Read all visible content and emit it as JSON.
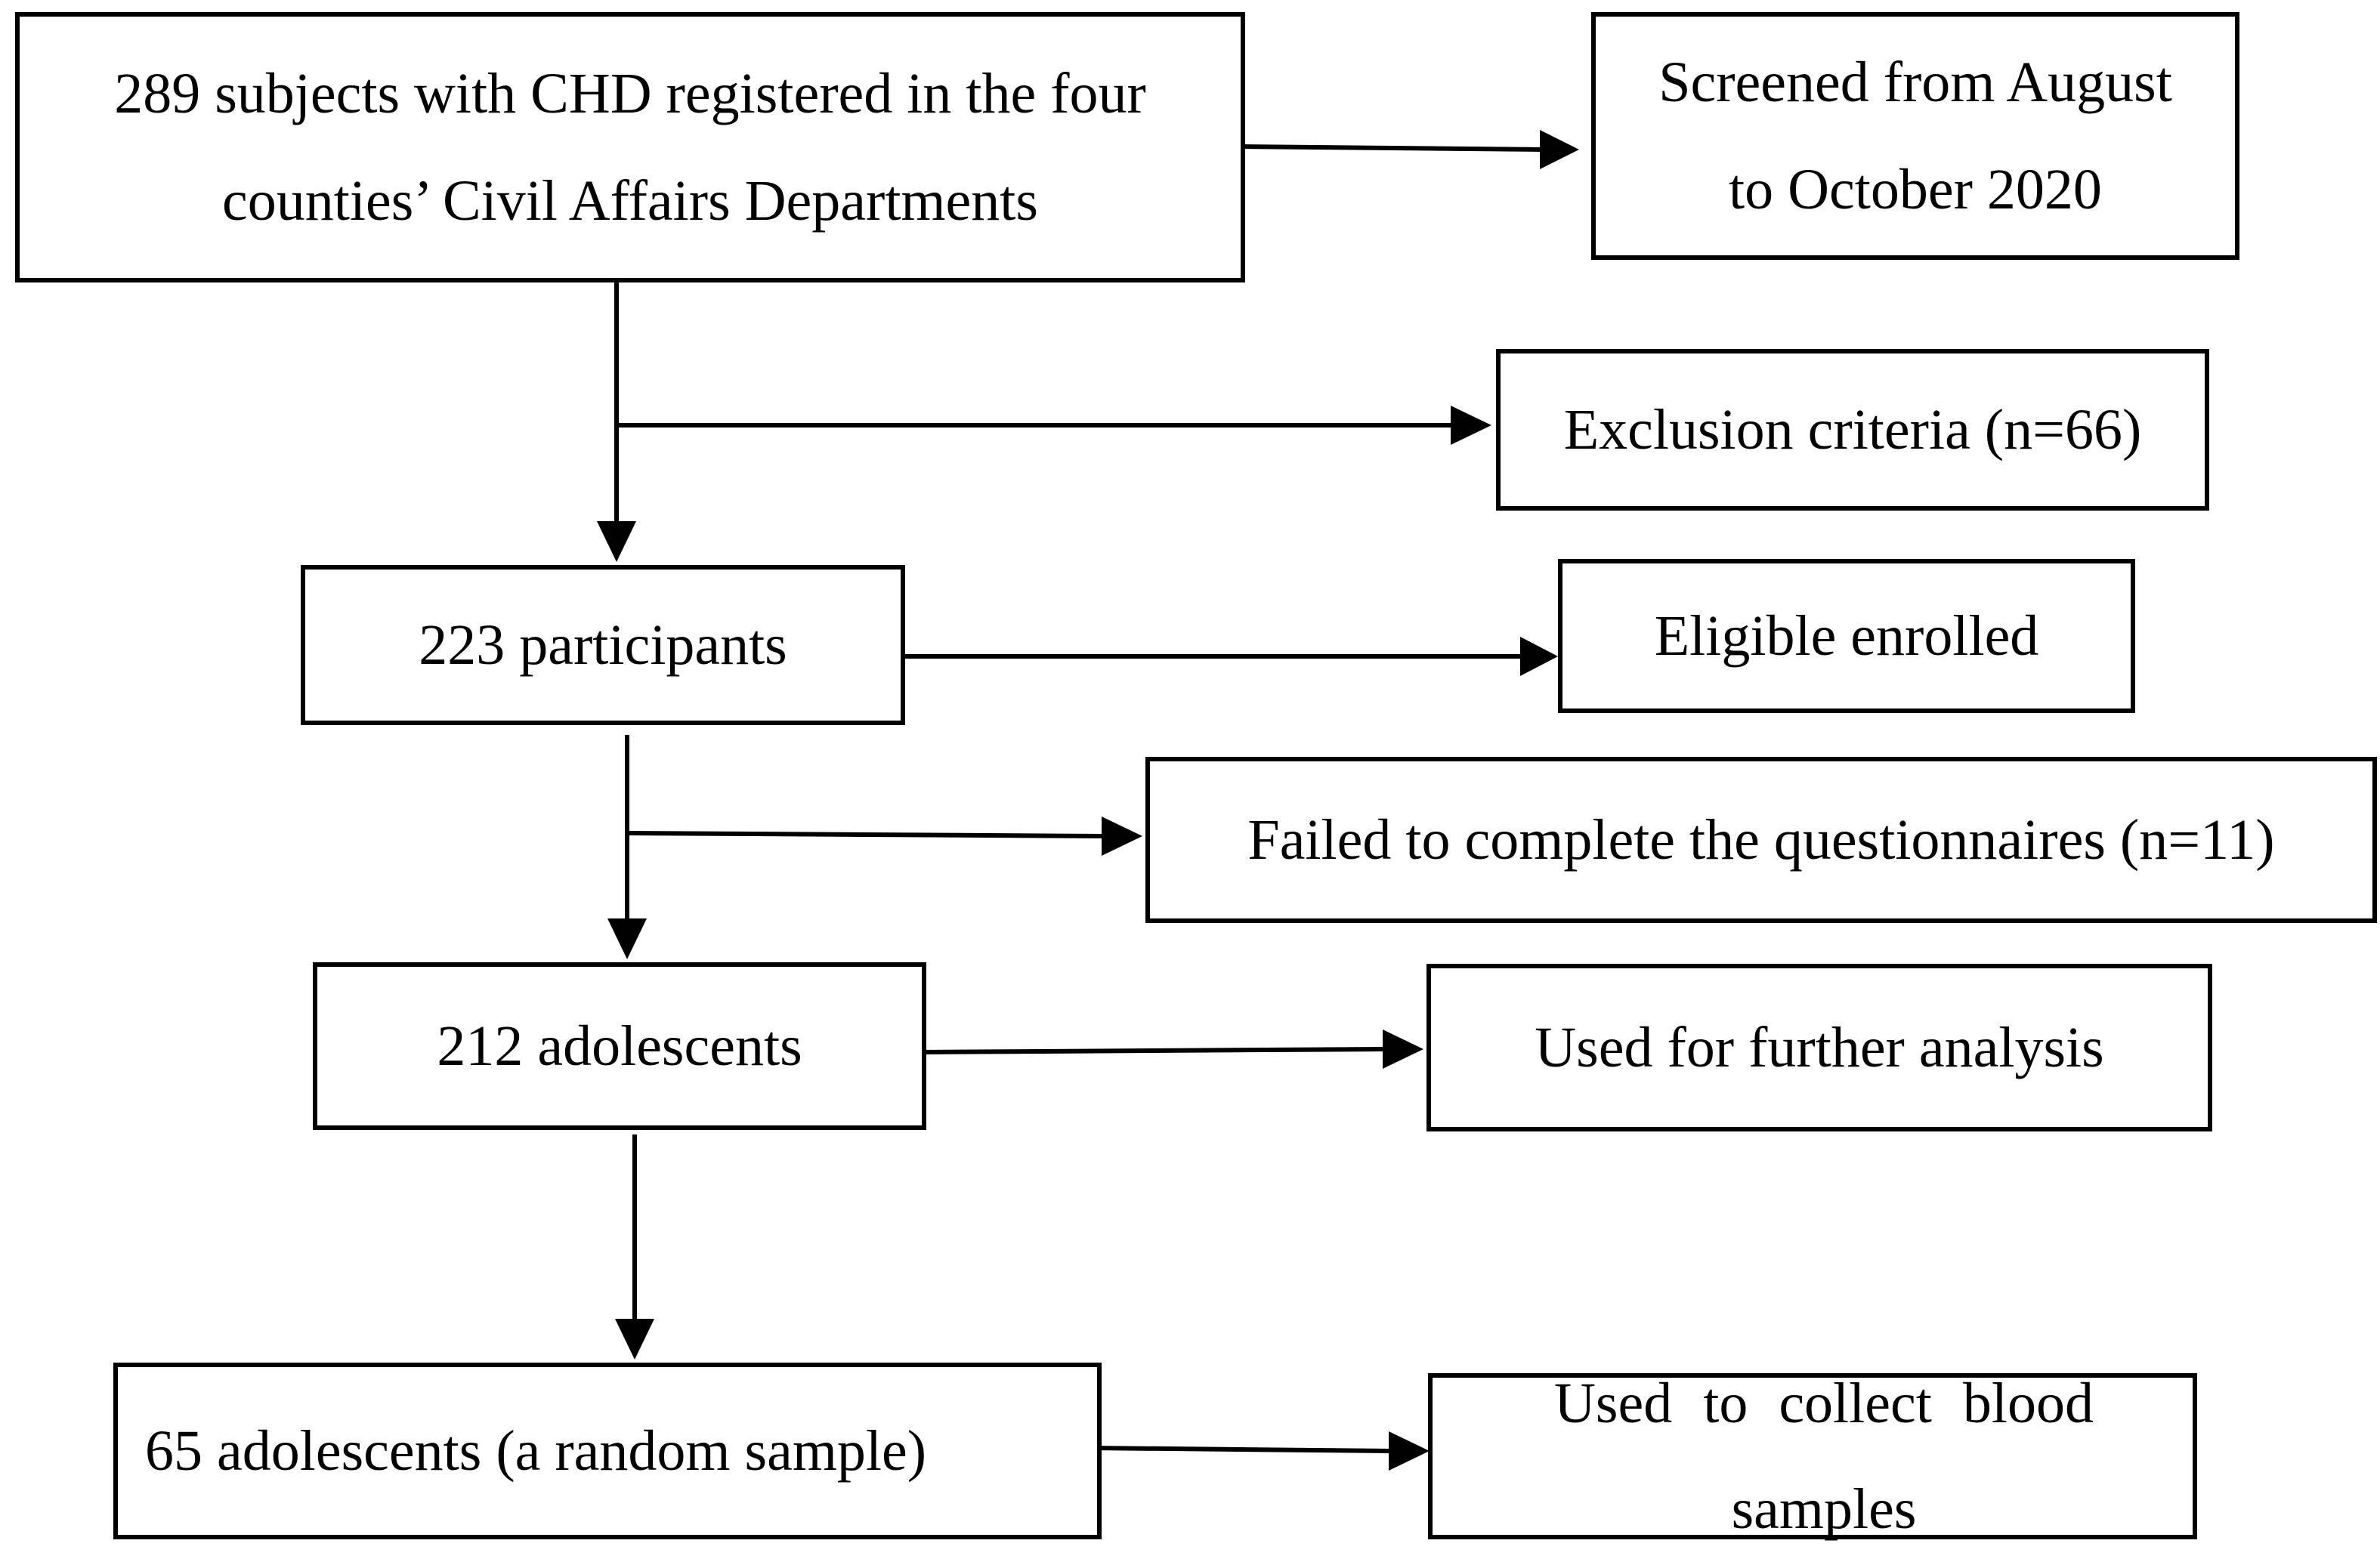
{
  "flowchart": {
    "main_steps": [
      {
        "id": "registered",
        "text": "289 subjects with CHD registered in the four\ncounties’  Civil Affairs Departments"
      },
      {
        "id": "participants",
        "text": "223 participants"
      },
      {
        "id": "adolescents",
        "text": "212 adolescents"
      },
      {
        "id": "random_sample",
        "text": "65 adolescents (a random sample)"
      }
    ],
    "side_notes": [
      {
        "id": "screened",
        "text": "Screened from August\nto October 2020"
      },
      {
        "id": "exclusion",
        "text": "Exclusion criteria (n=66)"
      },
      {
        "id": "eligible",
        "text": "Eligible enrolled"
      },
      {
        "id": "failed",
        "text": "Failed to complete the questionnaires (n=11)"
      },
      {
        "id": "analysis",
        "text": "Used for further analysis"
      },
      {
        "id": "blood",
        "text": "Used to collect blood samples"
      }
    ]
  },
  "colors": {
    "line": "#000000",
    "background": "#ffffff"
  }
}
